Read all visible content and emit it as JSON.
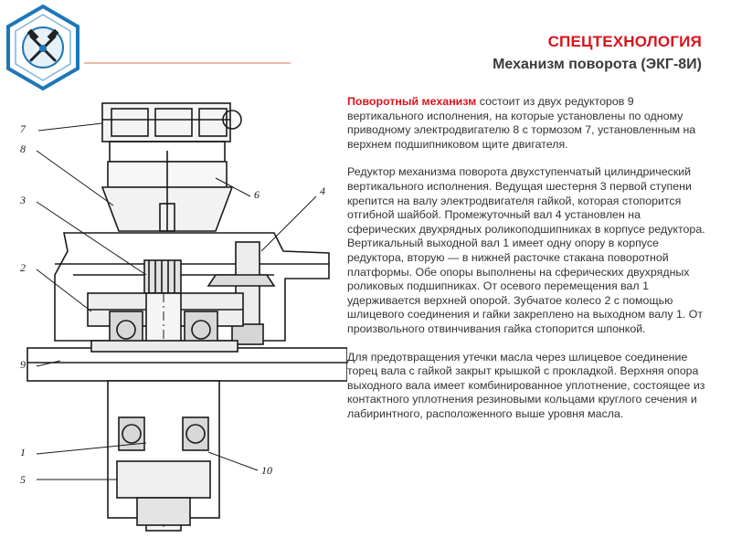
{
  "header": {
    "title": "СПЕЦТЕХНОЛОГИЯ",
    "subtitle": "Механизм поворота (ЭКГ-8И)"
  },
  "drawing": {
    "callouts": [
      "7",
      "8",
      "3",
      "2",
      "9",
      "1",
      "5",
      "6",
      "4",
      "10"
    ]
  },
  "content": {
    "p1_lead": "Поворотный механизм",
    "p1_text": " состоит из двух редукторов 9 вертикального исполнения, на которые установлены по одному приводному электродвигателю 8 с тормозом 7, установленным на верхнем подшипниковом щите двигателя.",
    "p2": "Редуктор механизма поворота двухступенчатый цилиндрический вертикального исполнения. Ведущая шестерня 3 первой ступени крепится на валу электродвигателя гайкой, которая стопорится отгибной шайбой. Промежуточный вал 4 установлен на сферических двухрядных роликоподшипниках в корпусе редуктора. Вертикальный выходной вал 1 имеет одну опору в корпусе редуктора, вторую — в нижней расточке стакана поворотной платформы. Обе опоры выполнены на сферических двухрядных роликовых подшипниках. От осевого перемещения вал 1 удерживается верхней опорой. Зубчатое колесо 2 с помощью шлицевого соединения и гайки закреплено на выходном валу 1. От произвольного отвинчивания гайка стопорится шпонкой.",
    "p3": "Для предотвращения утечки масла через шлицевое соединение торец вала с гайкой закрыт крышкой с прокладкой. Верхняя опора выходного вала имеет комбинированное уплотнение, состоящее из контактного уплотнения резиновыми кольцами круглого сечения и лабиринтного, расположенного выше уровня масла."
  },
  "colors": {
    "accent": "#d9141b",
    "logo_blue": "#1c77b8",
    "text": "#333333"
  }
}
